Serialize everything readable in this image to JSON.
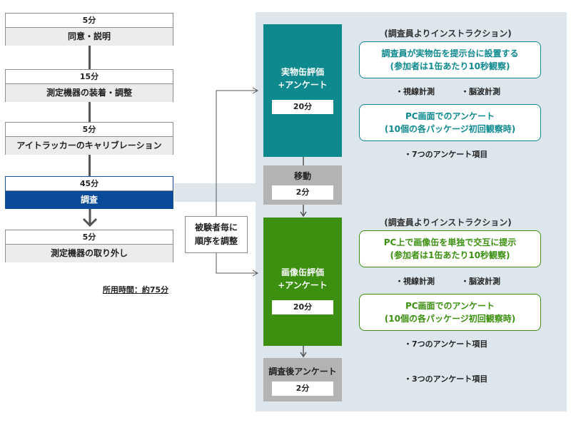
{
  "steps": [
    {
      "duration": "5分",
      "label": "同意・説明"
    },
    {
      "duration": "15分",
      "label": "測定機器の装着・調整"
    },
    {
      "duration": "5分",
      "label": "アイトラッカーのキャリブレーション"
    },
    {
      "duration": "45分",
      "label": "調査"
    },
    {
      "duration": "5分",
      "label": "測定機器の取り外し"
    }
  ],
  "total_time": "所用時間：約75分",
  "subject_note": {
    "line1": "被験者毎に",
    "line2": "順序を調整"
  },
  "blocks": {
    "real": {
      "line1": "実物缶評価",
      "line2": "+アンケート",
      "time": "20分"
    },
    "move": {
      "line1": "移動",
      "time": "2分"
    },
    "image": {
      "line1": "画像缶評価",
      "line2": "+アンケート",
      "time": "20分"
    },
    "post": {
      "line1": "調査後アンケート",
      "time": "2分"
    }
  },
  "real_section": {
    "header": "(調査員よりインストラクション)",
    "box1": {
      "line1": "調査員が実物缶を提示台に設置する",
      "line2": "(参加者は1缶あたり10秒観察)"
    },
    "note1a": "・視線計測",
    "note1b": "・脳波計測",
    "box2": {
      "line1": "PC画面でのアンケート",
      "line2": "(10個の各パッケージ初回観察時)"
    },
    "note2": "・7つのアンケート項目"
  },
  "image_section": {
    "header": "(調査員よりインストラクション)",
    "box1": {
      "line1": "PC上で画像缶を単独で交互に提示",
      "line2": "(参加者は1缶あたり10秒観察)"
    },
    "note1a": "・視線計測",
    "note1b": "・脳波計測",
    "box2": {
      "line1": "PC画面でのアンケート",
      "line2": "(10個の各パッケージ初回観察時)"
    },
    "note2": "・7つのアンケート項目"
  },
  "post_note": "・3つのアンケート項目",
  "colors": {
    "navy": "#0a4b99",
    "teal": "#0e8a8f",
    "green": "#3b900f",
    "gray": "#b3b3b3",
    "panel": "#dde6ed"
  }
}
